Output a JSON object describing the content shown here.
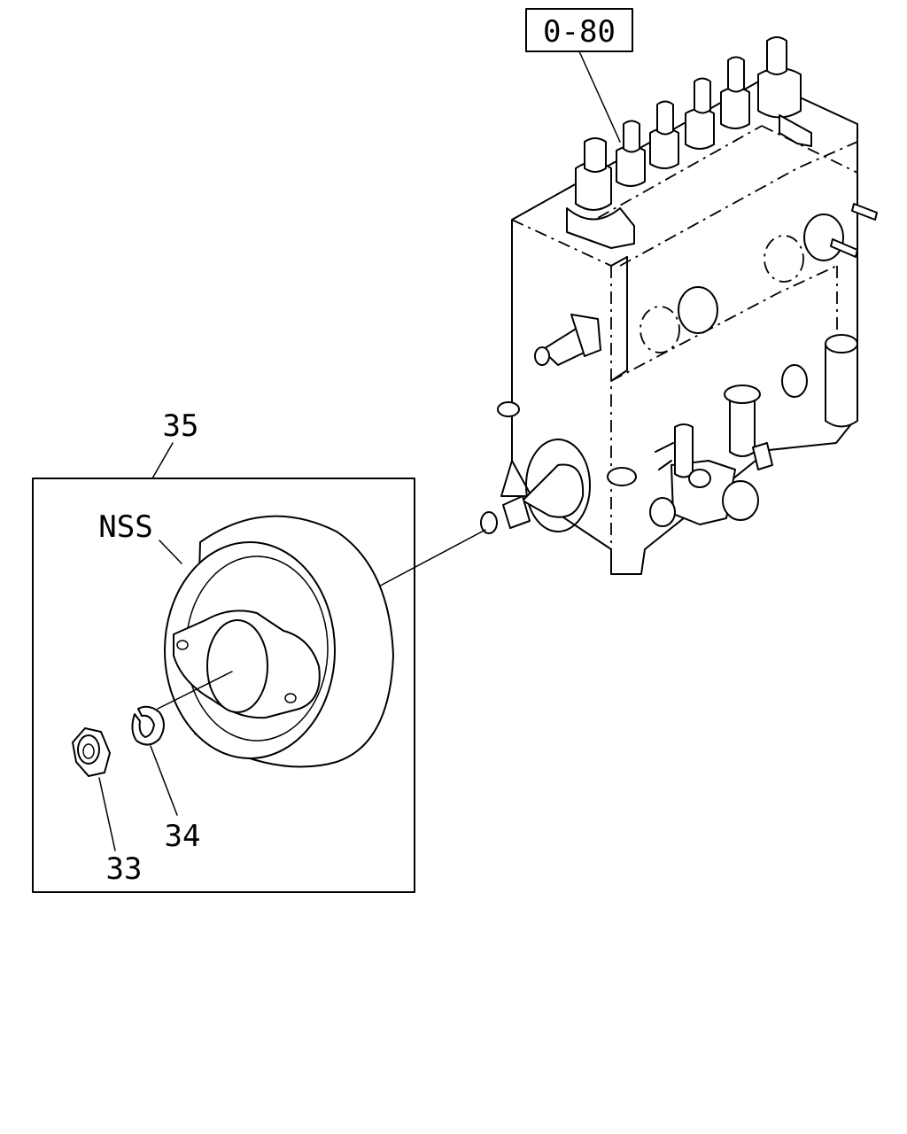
{
  "callouts": {
    "ref_box": "0-80",
    "assembly": "35",
    "nss": "NSS",
    "part_34": "34",
    "part_33": "33"
  }
}
